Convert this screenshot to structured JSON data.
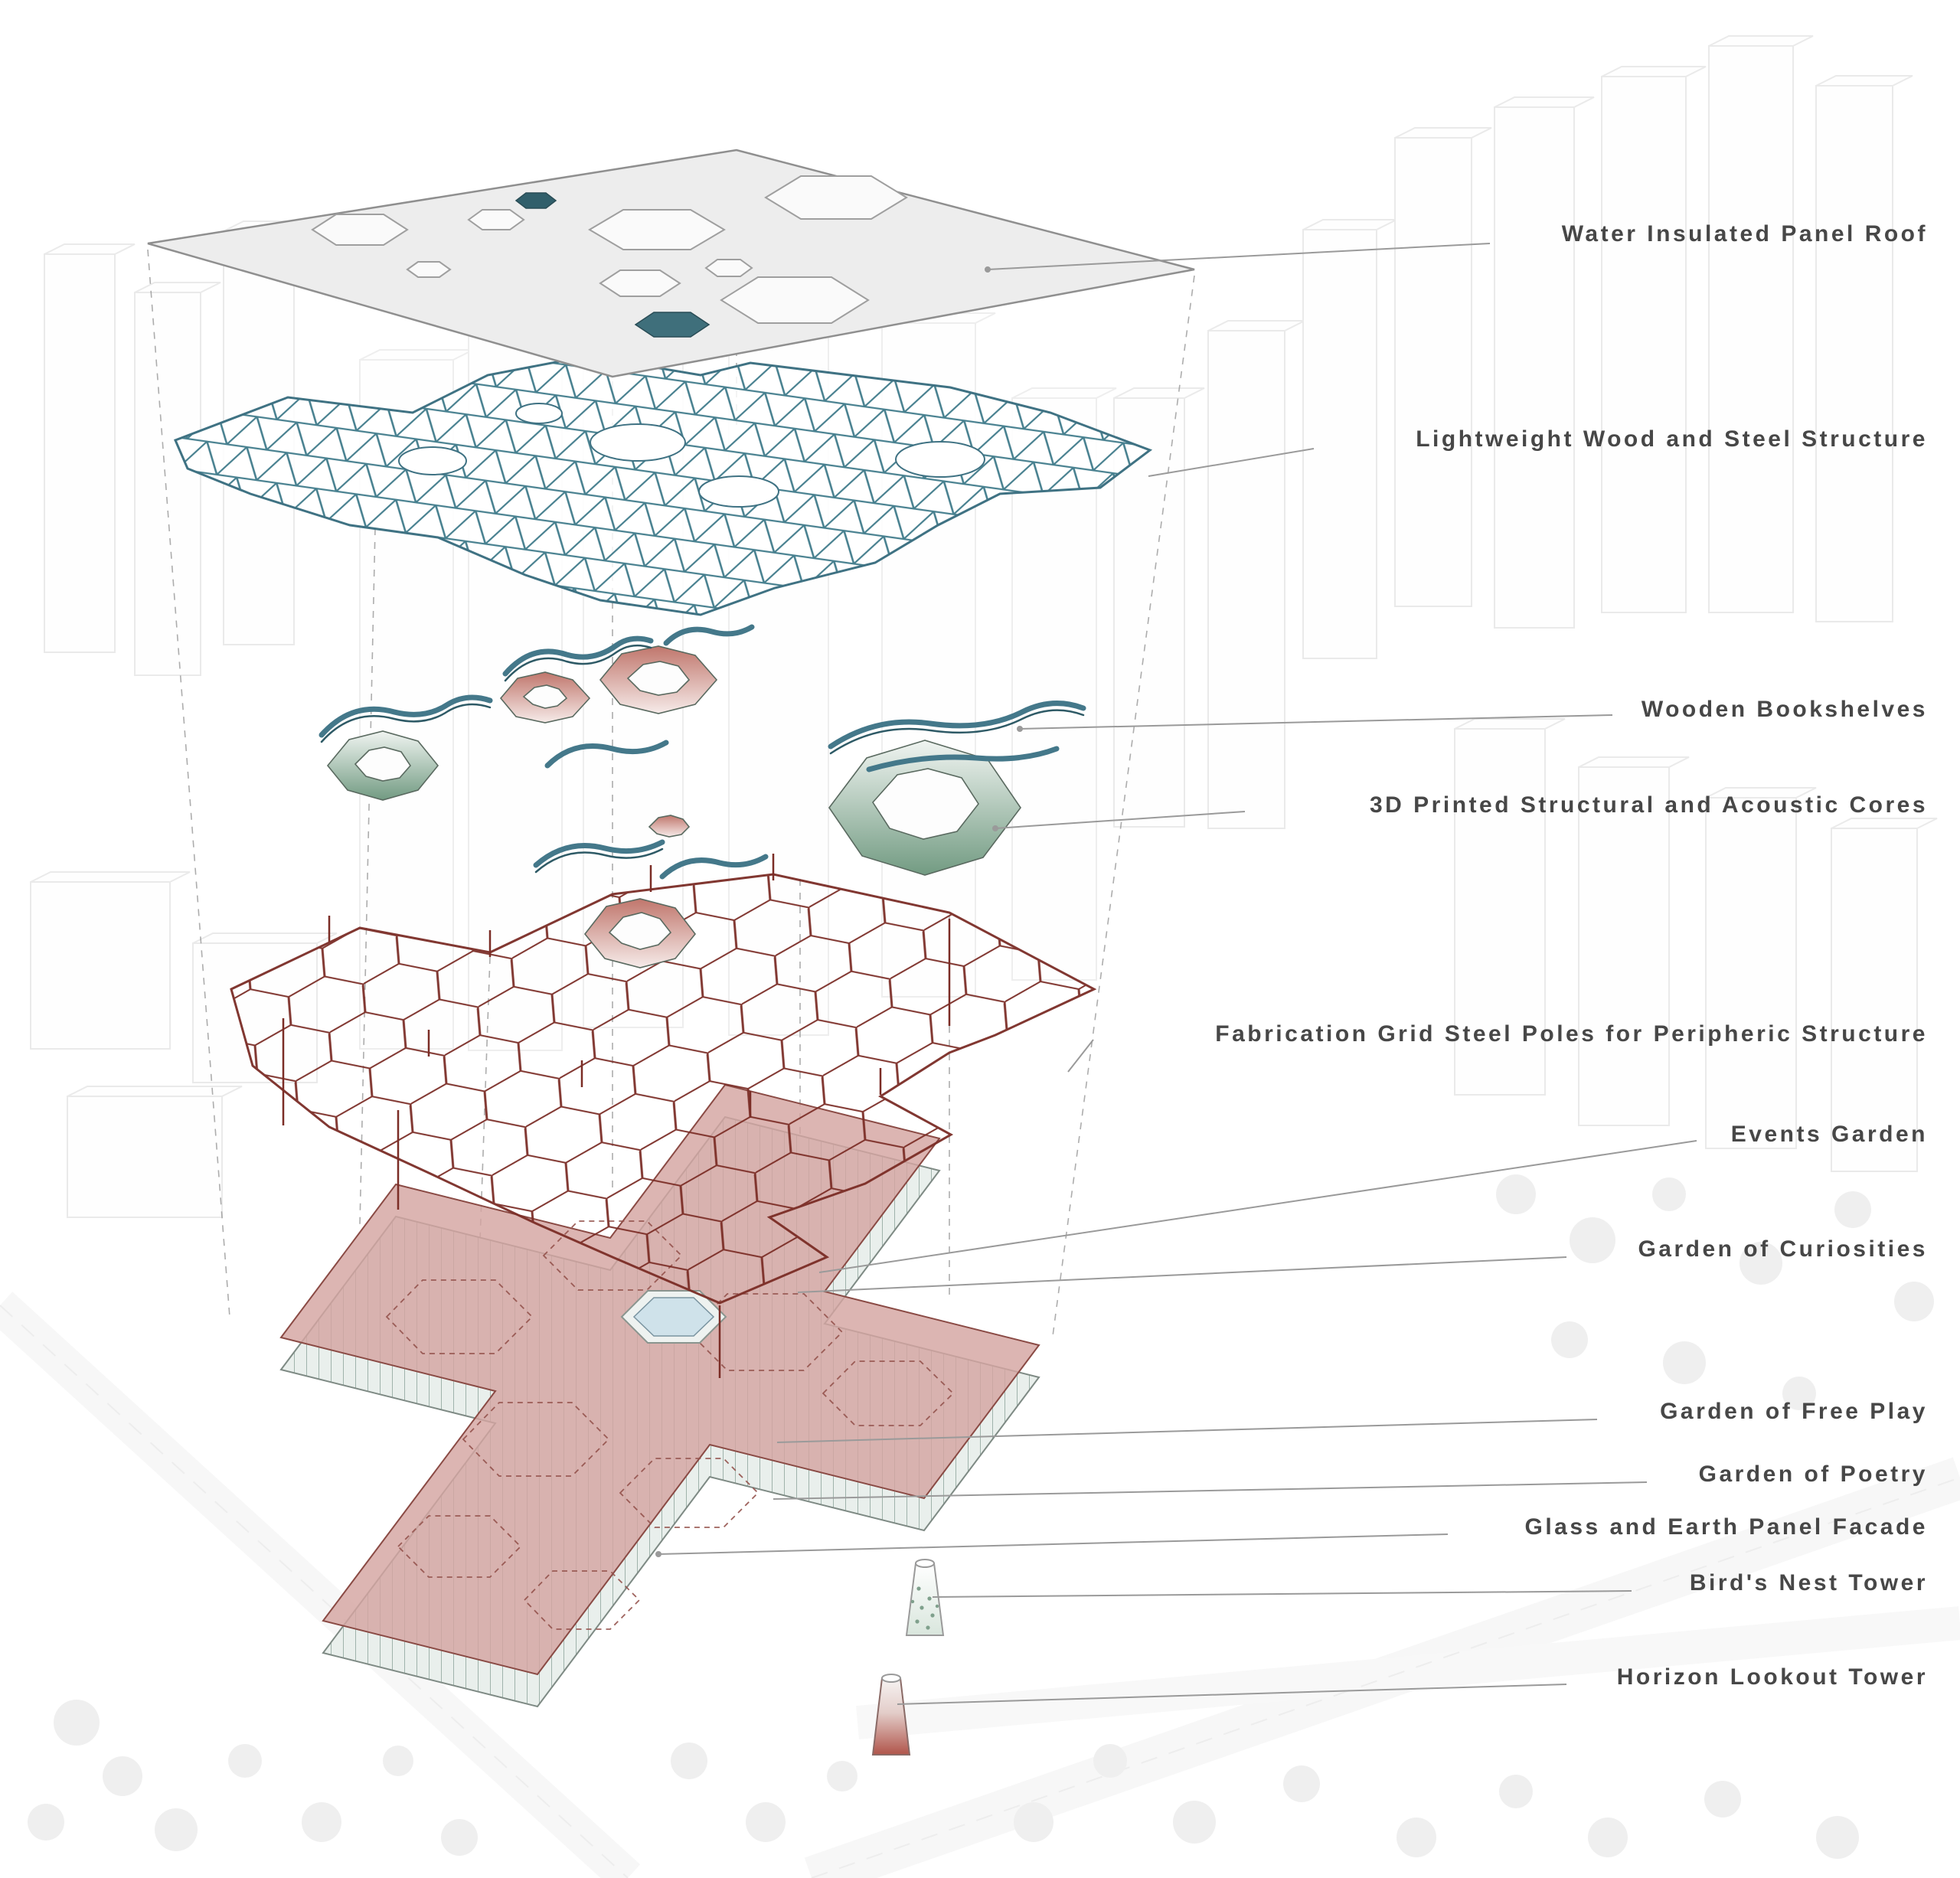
{
  "diagram": {
    "type": "architectural-exploded-axonometric",
    "labels": [
      {
        "id": "roof",
        "text": "Water Insulated Panel Roof"
      },
      {
        "id": "structure",
        "text": "Lightweight Wood and Steel Structure"
      },
      {
        "id": "bookshelves",
        "text": "Wooden Bookshelves"
      },
      {
        "id": "cores",
        "text": "3D Printed Structural and Acoustic Cores"
      },
      {
        "id": "fabrication-grid",
        "text": "Fabrication Grid Steel Poles for Peripheric Structure"
      },
      {
        "id": "events-garden",
        "text": "Events Garden"
      },
      {
        "id": "garden-curiosities",
        "text": "Garden of Curiosities"
      },
      {
        "id": "garden-free-play",
        "text": "Garden of Free Play"
      },
      {
        "id": "garden-poetry",
        "text": "Garden of Poetry"
      },
      {
        "id": "facade",
        "text": "Glass and Earth Panel Facade"
      },
      {
        "id": "birds-nest-tower",
        "text": "Bird's Nest Tower"
      },
      {
        "id": "horizon-tower",
        "text": "Horizon Lookout Tower"
      }
    ],
    "colors": {
      "label_text": "#474747",
      "leader_line": "#9a9a9a",
      "steel_structure_teal": "#47808f",
      "fabrication_grid_red": "#7b2d26",
      "slab_pink": "#cf9d99",
      "core_green": "#729b82",
      "core_pink": "#c0766c",
      "pond_blue": "#cfe2ea",
      "roof_gray": "#ececec"
    }
  }
}
